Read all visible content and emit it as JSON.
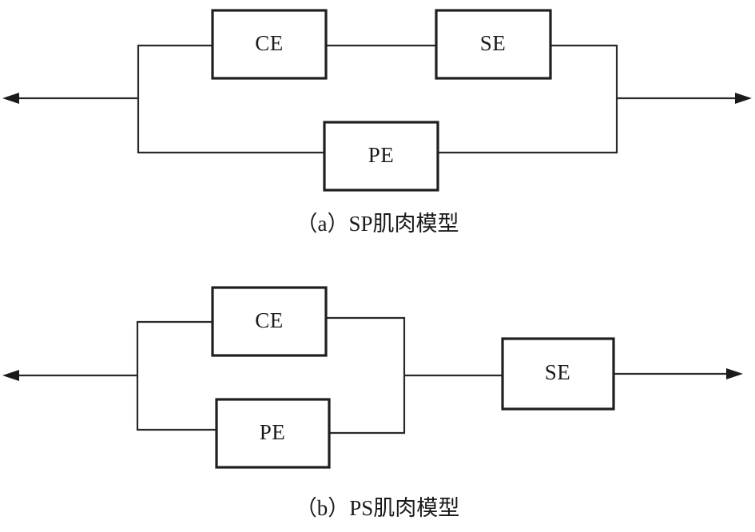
{
  "figure": {
    "background_color": "#ffffff",
    "line_color": "#2a2a2a",
    "text_color": "#1a1a1a"
  },
  "diagram_a": {
    "caption": "（a）SP肌肉模型",
    "boxes": [
      {
        "id": "ce",
        "label": "CE"
      },
      {
        "id": "se",
        "label": "SE"
      },
      {
        "id": "pe",
        "label": "PE"
      }
    ]
  },
  "diagram_b": {
    "caption": "（b）PS肌肉模型",
    "boxes": [
      {
        "id": "ce",
        "label": "CE"
      },
      {
        "id": "pe",
        "label": "PE"
      },
      {
        "id": "se",
        "label": "SE"
      }
    ]
  }
}
